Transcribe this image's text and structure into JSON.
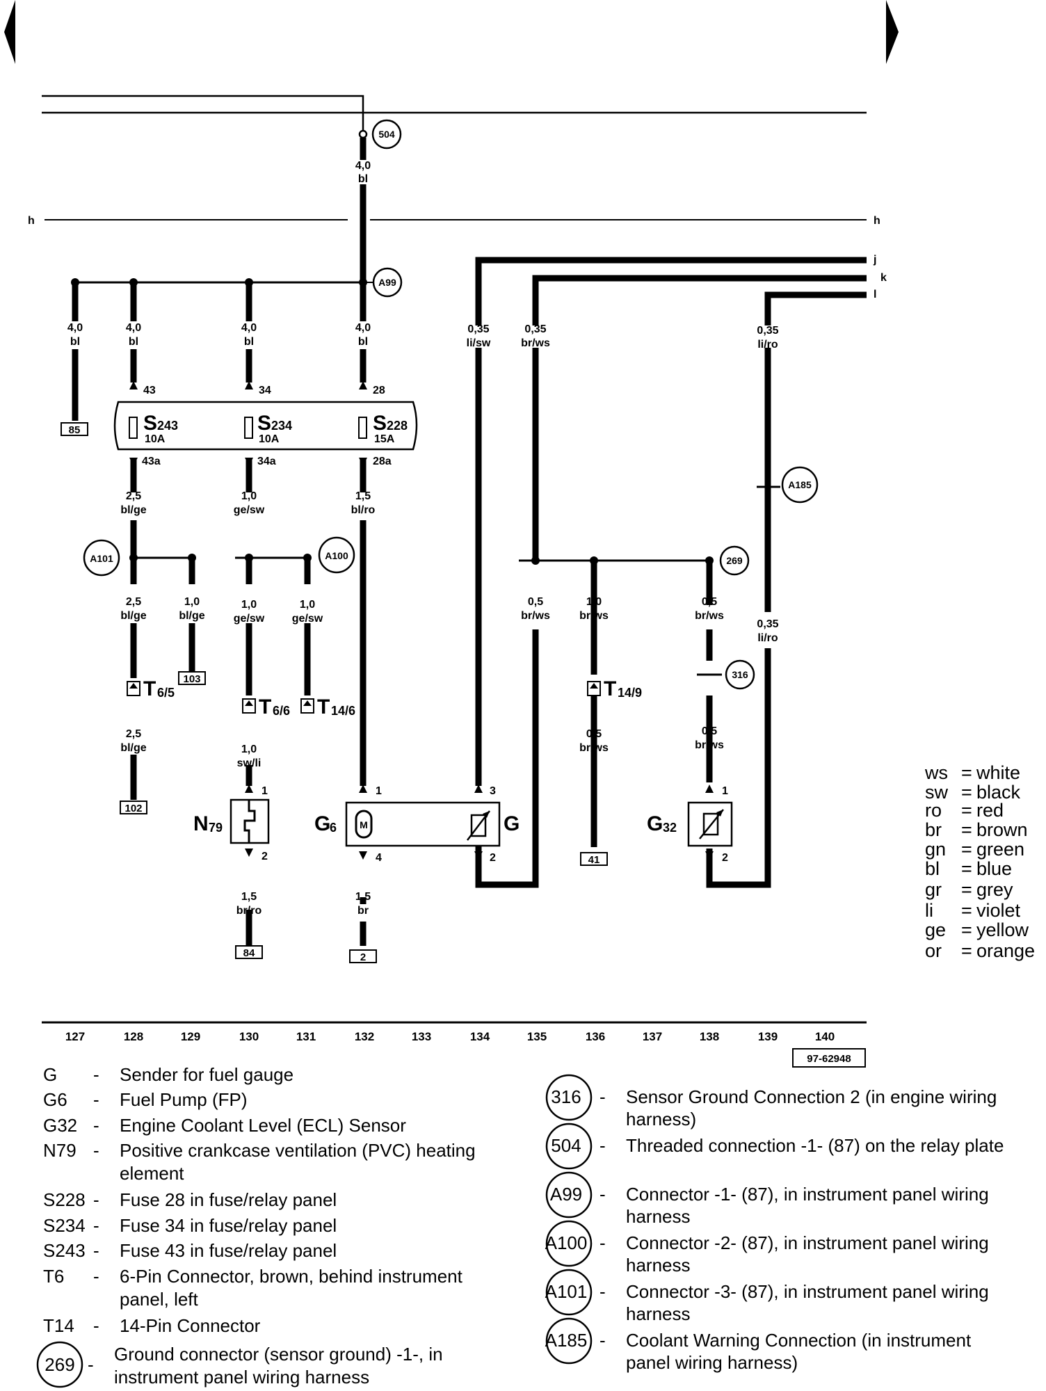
{
  "diagram": {
    "fuse_panel": {
      "fuses": [
        {
          "name": "S",
          "sub": "243",
          "rating": "10A",
          "pin_in": "43",
          "pin_out": "43a"
        },
        {
          "name": "S",
          "sub": "234",
          "rating": "10A",
          "pin_in": "34",
          "pin_out": "34a"
        },
        {
          "name": "S",
          "sub": "228",
          "rating": "15A",
          "pin_in": "28",
          "pin_out": "28a"
        }
      ]
    },
    "connection_points": [
      "504",
      "A99",
      "A101",
      "A100",
      "A185",
      "269",
      "316"
    ],
    "line_labels": {
      "h_left": "h",
      "h_right": "h",
      "j": "j",
      "k": "k",
      "l": "l"
    },
    "wires": [
      {
        "size": "4,0",
        "color": "bl"
      },
      {
        "size": "4,0",
        "color": "bl"
      },
      {
        "size": "4,0",
        "color": "bl"
      },
      {
        "size": "4,0",
        "color": "bl"
      },
      {
        "size": "4,0",
        "color": "bl"
      },
      {
        "size": "0,35",
        "color": "li/sw"
      },
      {
        "size": "0,35",
        "color": "br/ws"
      },
      {
        "size": "0,35",
        "color": "li/ro"
      },
      {
        "size": "2,5",
        "color": "bl/ge"
      },
      {
        "size": "1,0",
        "color": "ge/sw"
      },
      {
        "size": "1,5",
        "color": "bl/ro"
      },
      {
        "size": "2,5",
        "color": "bl/ge"
      },
      {
        "size": "1,0",
        "color": "bl/ge"
      },
      {
        "size": "1,0",
        "color": "ge/sw"
      },
      {
        "size": "1,0",
        "color": "ge/sw"
      },
      {
        "size": "0,5",
        "color": "br/ws"
      },
      {
        "size": "1,0",
        "color": "br/ws"
      },
      {
        "size": "0,5",
        "color": "br/ws"
      },
      {
        "size": "0,35",
        "color": "li/ro"
      },
      {
        "size": "2,5",
        "color": "bl/ge"
      },
      {
        "size": "1,0",
        "color": "sw/li"
      },
      {
        "size": "0,5",
        "color": "br/ws"
      },
      {
        "size": "0,5",
        "color": "br/ws"
      },
      {
        "size": "1,5",
        "color": "br/ro"
      },
      {
        "size": "1,5",
        "color": "br"
      }
    ],
    "connectors": [
      {
        "name": "T",
        "sub": "6/5"
      },
      {
        "name": "T",
        "sub": "6/6"
      },
      {
        "name": "T",
        "sub": "14/6"
      },
      {
        "name": "T",
        "sub": "14/9"
      }
    ],
    "ref_boxes": [
      "85",
      "103",
      "102",
      "84",
      "2",
      "41"
    ],
    "components": [
      {
        "name": "N",
        "sub": "79"
      },
      {
        "name": "G",
        "sub": "6"
      },
      {
        "name": "G",
        "sub": ""
      },
      {
        "name": "G",
        "sub": "32"
      }
    ],
    "pins": [
      "1",
      "2",
      "1",
      "4",
      "3",
      "2",
      "1",
      "2"
    ],
    "current_track_numbers": [
      "127",
      "128",
      "129",
      "130",
      "131",
      "132",
      "133",
      "134",
      "135",
      "136",
      "137",
      "138",
      "139",
      "140"
    ],
    "figure_number": "97-62948"
  },
  "color_legend": [
    {
      "code": "ws",
      "name": "white"
    },
    {
      "code": "sw",
      "name": "black"
    },
    {
      "code": "ro",
      "name": "red"
    },
    {
      "code": "br",
      "name": "brown"
    },
    {
      "code": "gn",
      "name": "green"
    },
    {
      "code": "bl",
      "name": "blue"
    },
    {
      "code": "gr",
      "name": "grey"
    },
    {
      "code": "li",
      "name": "violet"
    },
    {
      "code": "ge",
      "name": "yellow"
    },
    {
      "code": "or",
      "name": "orange"
    }
  ],
  "component_legend": [
    {
      "code": "G",
      "text": "Sender for fuel gauge"
    },
    {
      "code": "G6",
      "text": "Fuel Pump (FP)"
    },
    {
      "code": "G32",
      "text": "Engine Coolant Level (ECL) Sensor"
    },
    {
      "code": "N79",
      "text": "Positive crankcase ventilation (PVC) heating",
      "text2": "element"
    },
    {
      "code": "S228",
      "text": "Fuse 28 in fuse/relay panel"
    },
    {
      "code": "S234",
      "text": "Fuse 34 in fuse/relay panel"
    },
    {
      "code": "S243",
      "text": "Fuse 43 in fuse/relay panel"
    },
    {
      "code": "T6",
      "text": "6-Pin Connector, brown, behind instrument",
      "text2": "panel, left"
    },
    {
      "code": "T14",
      "text": "14-Pin Connector"
    },
    {
      "code": "269",
      "text": "Ground connector (sensor ground) -1-, in",
      "text2": "instrument panel wiring harness"
    }
  ],
  "connection_legend": [
    {
      "code": "316",
      "text": "Sensor Ground Connection 2 (in engine wiring",
      "text2": "harness)"
    },
    {
      "code": "504",
      "text": "Threaded connection -1- (87) on the relay plate"
    },
    {
      "code": "A99",
      "text": "Connector -1- (87), in instrument panel wiring",
      "text2": "harness"
    },
    {
      "code": "A100",
      "text": "Connector -2- (87), in instrument panel wiring",
      "text2": "harness"
    },
    {
      "code": "A101",
      "text": "Connector -3- (87), in instrument panel wiring",
      "text2": "harness"
    },
    {
      "code": "A185",
      "text": "Coolant Warning Connection (in instrument",
      "text2": "panel wiring harness)"
    }
  ]
}
